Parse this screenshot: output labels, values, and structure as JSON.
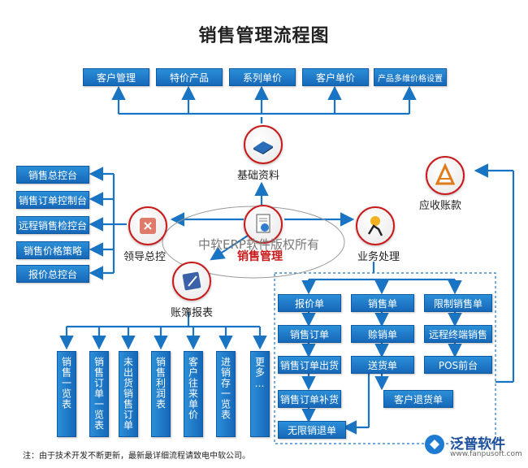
{
  "title": "销售管理流程图",
  "top_row": [
    "客户管理",
    "特价产品",
    "系列单价",
    "客户单价",
    "产品多维价格设置"
  ],
  "nodes": {
    "base": "基础资料",
    "leader": "领导总控",
    "center": "销售管理",
    "business": "业务处理",
    "books": "账簿报表",
    "receivable": "应收账款"
  },
  "left_list": [
    "销售总控台",
    "销售订单控制台",
    "远程销售检控台",
    "销售价格策略",
    "报价总控台"
  ],
  "bottom_vertical": [
    "销售一览表",
    "销售订单一览表",
    "未出货销售订单",
    "销售利润表",
    "客户往来单价",
    "进销存一览表",
    "更多…"
  ],
  "business_col1": [
    "报价单",
    "销售订单",
    "销售订单出货",
    "销售订单补货",
    "无限销退单"
  ],
  "business_col2": [
    "销售单",
    "赊销单",
    "送货单",
    "客户退货单"
  ],
  "business_col3": [
    "限制销售单",
    "远程终端销售",
    "POS前台"
  ],
  "watermark": "中软ERP软件版权所有",
  "note": "注：由于技术开发不断更新，最新最详细流程请致电中软公司。",
  "logo": {
    "name": "泛普软件",
    "url": "www.fanpusoft.com"
  },
  "colors": {
    "box": "#1a74c4",
    "arrow": "#1a74c4",
    "ring": "#c81a1a"
  }
}
